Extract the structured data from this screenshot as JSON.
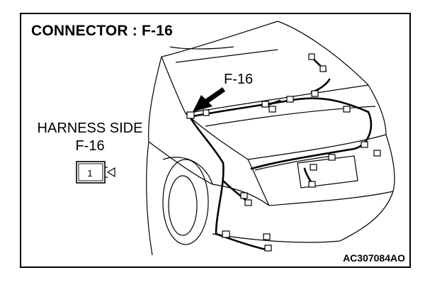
{
  "title": "CONNECTOR : F-16",
  "harness": {
    "side_label": "HARNESS SIDE",
    "connector_name": "F-16",
    "pin_number": "1"
  },
  "pointer_label": "F-16",
  "figure_code": "AC307084AO"
}
